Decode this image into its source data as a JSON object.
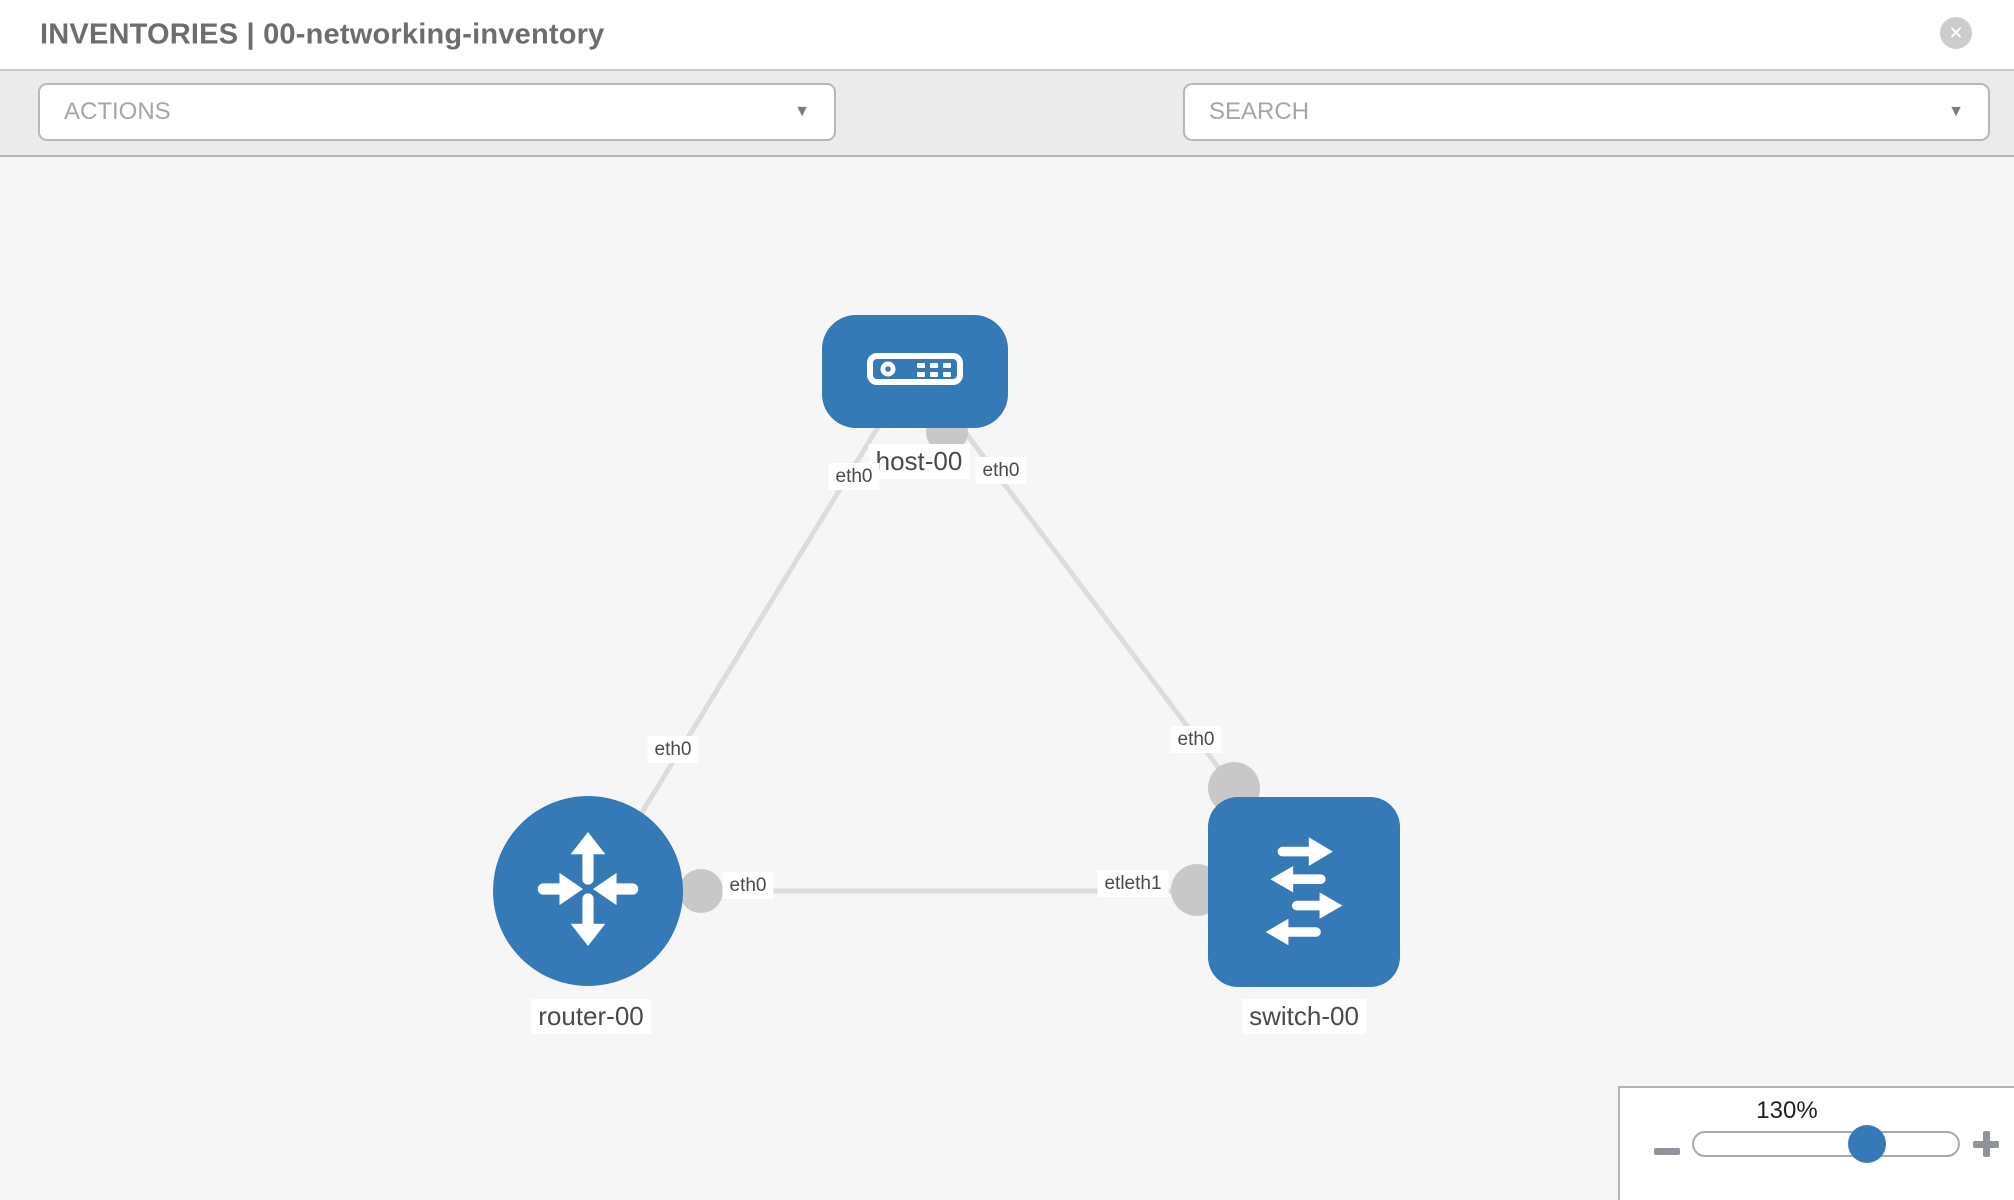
{
  "header": {
    "title": "INVENTORIES | 00-networking-inventory",
    "close_glyph": "✕"
  },
  "toolbar": {
    "actions_label": "ACTIONS",
    "search_label": "SEARCH",
    "caret_glyph": "▼",
    "icons": [
      "wrench-icon",
      "key-icon"
    ]
  },
  "graph": {
    "nodes": [
      {
        "id": "host-00",
        "label": "host-00",
        "type": "host",
        "icon": "server-icon"
      },
      {
        "id": "router-00",
        "label": "router-00",
        "type": "router",
        "icon": "router-arrows-icon"
      },
      {
        "id": "switch-00",
        "label": "switch-00",
        "type": "switch",
        "icon": "switch-arrows-icon"
      }
    ],
    "links": [
      {
        "from": "host-00",
        "to": "router-00",
        "from_port": "eth0",
        "to_port": "eth0"
      },
      {
        "from": "host-00",
        "to": "switch-00",
        "from_port": "eth0",
        "to_port": "eth0"
      },
      {
        "from": "router-00",
        "to": "switch-00",
        "from_port": "eth0",
        "to_port": "eth1"
      }
    ],
    "port_labels": [
      {
        "text": "eth0",
        "position": "host-left"
      },
      {
        "text": "eth0",
        "position": "host-right"
      },
      {
        "text": "eth0",
        "position": "router-top"
      },
      {
        "text": "eth0",
        "position": "switch-top"
      },
      {
        "text": "eth0",
        "position": "router-right"
      },
      {
        "text": "etleth1",
        "position": "switch-left-overlapping"
      }
    ]
  },
  "zoom": {
    "value": "130%",
    "percent": 130
  },
  "colors": {
    "node_blue": "#3579b7",
    "link_gray": "#dcdcdc",
    "interface_bubble_gray": "#c8c8c8",
    "toolbar_gray": "#ebebeb",
    "canvas_gray": "#f6f6f6"
  }
}
